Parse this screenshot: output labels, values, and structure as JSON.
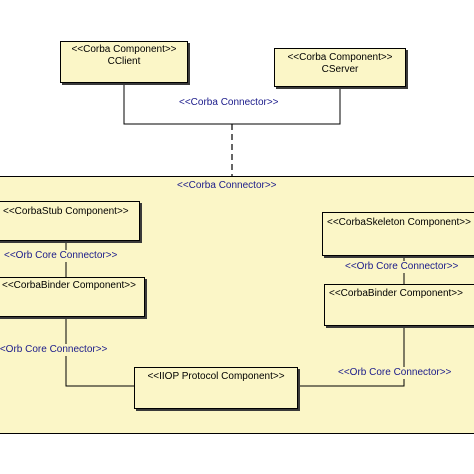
{
  "client": {
    "stereotype": "<<Corba Component>>",
    "name": "CClient"
  },
  "server": {
    "stereotype": "<<Corba Component>>",
    "name": "CServer"
  },
  "top_connector": "<<Corba Connector>>",
  "container": {
    "title": "<<Corba Connector>>",
    "stub": "<<CorbaStub Component>>",
    "skeleton": "<<CorbaSkeleton Component>>",
    "binder_left": "<<CorbaBinder Component>>",
    "binder_right": "<<CorbaBinder Component>>",
    "iiop": "<<IIOP Protocol Component>>",
    "orb_left_top": "<<Orb Core Connector>>",
    "orb_left_bottom": "<<Orb Core Connector>>",
    "orb_right_top": "<<Orb Core Connector>>",
    "orb_right_bottom": "<<Orb Core Connector>>"
  }
}
